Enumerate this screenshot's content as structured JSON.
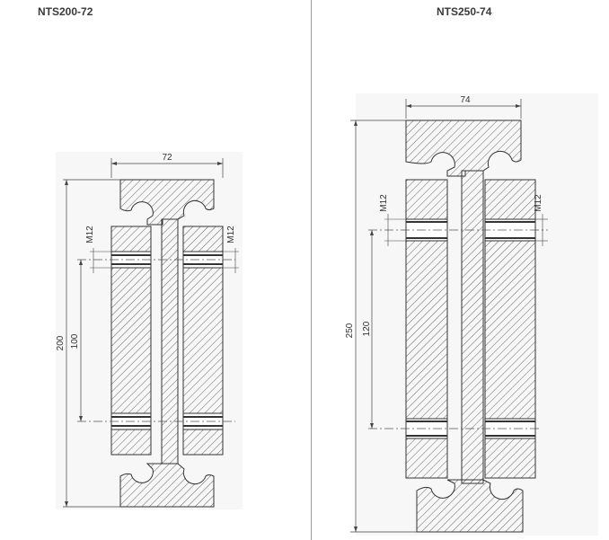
{
  "left": {
    "title": "NTS200-72",
    "dim_width": "72",
    "dim_height": "200",
    "dim_bolt_spacing": "100",
    "bolt_label_left": "M12",
    "bolt_label_right": "M12"
  },
  "right": {
    "title": "NTS250-74",
    "dim_width": "74",
    "dim_height": "250",
    "dim_bolt_spacing": "120",
    "bolt_label_left": "M12",
    "bolt_label_right": "M12"
  },
  "colors": {
    "outline": "#333333",
    "hatch": "#555555",
    "background": "#f7f7f7",
    "divider": "#9a9a9a"
  }
}
